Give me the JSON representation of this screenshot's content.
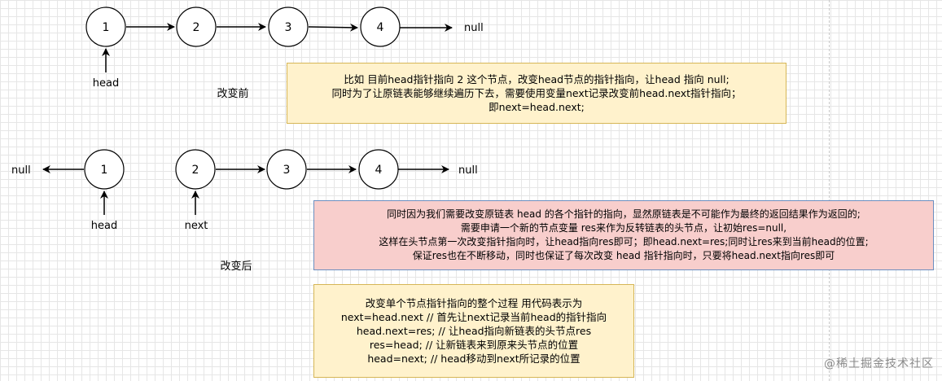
{
  "before": {
    "nodes": [
      "1",
      "2",
      "3",
      "4"
    ],
    "null_label": "null",
    "head_label": "head",
    "caption": "改变前"
  },
  "after": {
    "left_null_label": "null",
    "nodes": [
      "1",
      "2",
      "3",
      "4"
    ],
    "right_null_label": "null",
    "head_label": "head",
    "next_label": "next",
    "caption": "改变后"
  },
  "notes": {
    "note1": [
      "比如 目前head指针指向 2 这个节点，改变head节点的指针指向，让head 指向 null;",
      "同时为了让原链表能够继续遍历下去，需要使用变量next记录改变前head.next指针指向；",
      "即next=head.next;"
    ],
    "note2": [
      "同时因为我们需要改变原链表 head 的各个指针的指向，显然原链表是不可能作为最终的返回结果作为返回的;",
      "需要申请一个新的节点变量 res来作为反转链表的头节点，让初始res=null,",
      "这样在头节点第一次改变指针指向时，让head指向res即可；即head.next=res;同时让res来到当前head的位置;",
      "保证res也在不断移动，同时也保证了每次改变 head 指针指向时，只要将head.next指向res即可"
    ],
    "note3": [
      "改变单个节点指针指向的整个过程 用代码表示为",
      "next=head.next // 首先让next记录当前head的指针指向",
      "head.next=res; // 让head指向新链表的头节点res",
      "res=head; // 让新链表来到原来头节点的位置",
      "head=next;  // head移动到next所记录的位置"
    ]
  },
  "watermark": "@稀土掘金技术社区",
  "colors": {
    "yellow_fill": "#fff2cc",
    "yellow_stroke": "#d6b656",
    "red_fill": "#f8cecc",
    "red_stroke": "#6c8ebf"
  }
}
